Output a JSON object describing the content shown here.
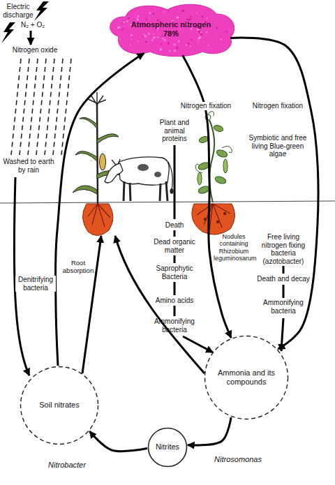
{
  "diagram": {
    "nodes": [
      {
        "text": [
          "Atmospheric nitrogen 78%"
        ]
      },
      {
        "text": [
          "Soil nitrates"
        ]
      },
      {
        "text": [
          "Ammonia and its compounds"
        ]
      },
      {
        "text": [
          "Nitrites"
        ]
      }
    ],
    "edges": [
      {
        "from": 1,
        "to": 0,
        "arrow": "to",
        "label": "Denitrifying bacteria"
      },
      {
        "from": 0,
        "to": 2,
        "arrow": "to",
        "label": "Nitrogen fixation"
      },
      {
        "from": 0,
        "to": 2,
        "arrow": "to",
        "label": "Nitrogen fixation"
      },
      {
        "from": 2,
        "to": 3,
        "arrow": "to",
        "label": "Nitrosomonas"
      },
      {
        "from": 3,
        "to": 1,
        "arrow": "to",
        "label": "Nitrobacter"
      }
    ],
    "labels": [
      "Electric discharge",
      "N₂ + O₂",
      "Nitrogen oxide",
      "Washed to earth by rain",
      "Plant and animal proteins",
      "Symbiotic and free living Blue-green algae",
      "Root absorption",
      "Death",
      "Dead organic matter",
      "Saprophytic Bacteria",
      "Amino acids",
      "Ammonifying bacteria",
      "Nodules containing Rhizobium leguminosarum",
      "Free living nitrogen fixing bacteria (azotobacter)",
      "Death and decay",
      "Ammonifying bacteria"
    ]
  }
}
